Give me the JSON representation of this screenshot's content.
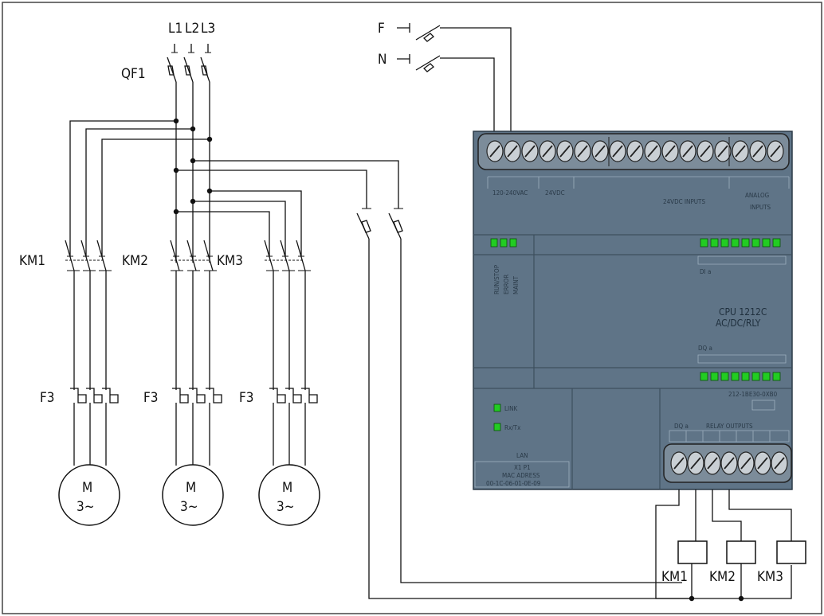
{
  "power": {
    "phases": [
      "L1",
      "L2",
      "L3"
    ],
    "breaker": "QF1"
  },
  "plc_supply": {
    "phase": "F",
    "neutral": "N"
  },
  "contactors": [
    "KM1",
    "KM2",
    "KM3"
  ],
  "overloads": [
    "F3",
    "F3",
    "F3"
  ],
  "motors": [
    {
      "letter": "M",
      "spec": "3~"
    },
    {
      "letter": "M",
      "spec": "3~"
    },
    {
      "letter": "M",
      "spec": "3~"
    }
  ],
  "coils": [
    "KM1",
    "KM2",
    "KM3"
  ],
  "plc": {
    "model_line1": "CPU 1212C",
    "model_line2": "AC/DC/RLY",
    "supply_label": "120-240VAC",
    "dc_label": "24VDC",
    "inputs_label": "24VDC INPUTS",
    "analog_label": "ANALOG",
    "analog_label2": "INPUTS",
    "di_label": "DI a",
    "dq_label": "DQ a",
    "run_label": "RUN/STOP",
    "error_label": "ERROR",
    "maint_label": "MAINT",
    "link_label": "LINK",
    "rxtx_label": "Rx/Tx",
    "lan_label": "LAN",
    "ip_label": "X1 P1",
    "mac_label": "MAC ADRESS",
    "mac_value": "00-1C-06-01-0E-09",
    "order_no": "212-1BE30-0XB0",
    "relay_label": "RELAY OUTPUTS",
    "dqa_label": "DQ a",
    "led_color": "#22cc22",
    "body_color": "#5f7487"
  }
}
